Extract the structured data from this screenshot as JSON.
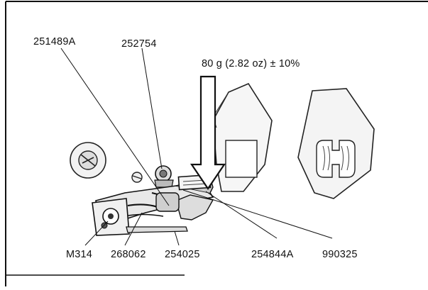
{
  "figure": {
    "load_spec": "80 g (2.82 oz) ± 10%",
    "part_labels": {
      "top_left": "251489A",
      "top_center": "252754",
      "bottom_1": "M314",
      "bottom_2": "268062",
      "bottom_3": "254025",
      "bottom_4": "254844A",
      "bottom_5": "990325"
    }
  }
}
